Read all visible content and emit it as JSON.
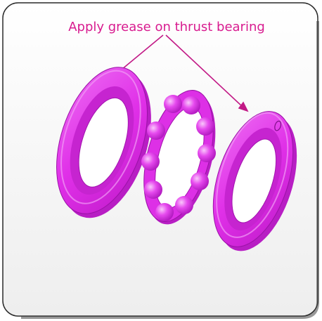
{
  "callout": {
    "text": "Apply grease on thrust bearing"
  },
  "colors": {
    "part_magenta": "#e030e8",
    "part_dark": "#a814b4",
    "part_light": "#f3a6f6",
    "callout_text": "#d81b8f",
    "panel_bg": "#f4f4f4",
    "panel_border": "#222222"
  },
  "parts": {
    "left_washer": "bearing-washer",
    "ball_cage": "ball-cage-with-balls",
    "right_washer": "bearing-washer"
  }
}
